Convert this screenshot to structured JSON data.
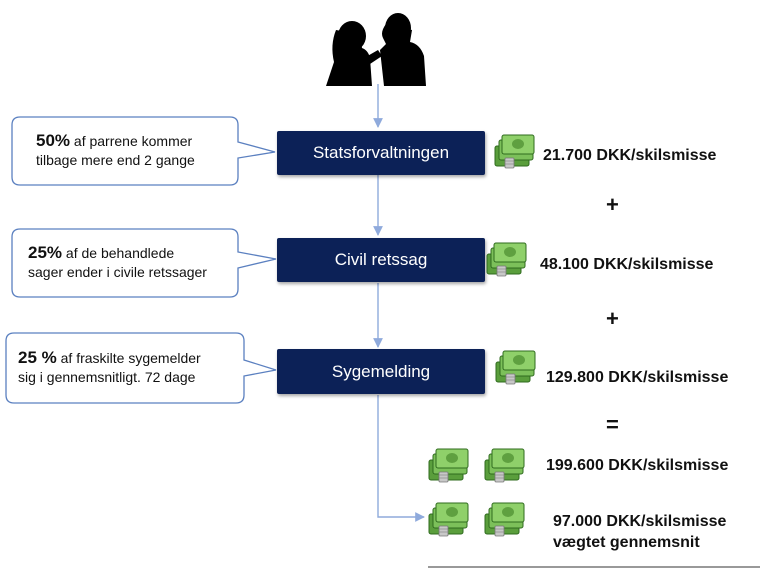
{
  "stages": [
    {
      "label": "Statsforvaltningen",
      "note_pct": "50%",
      "note_line1": "af parrene kommer",
      "note_line2": "tilbage mere end 2 gange",
      "cost": "21.700 DKK/skilsmisse"
    },
    {
      "label": "Civil retssag",
      "note_pct": "25%",
      "note_line1": "af de behandlede",
      "note_line2": "sager ender i civile retssager",
      "cost": "48.100 DKK/skilsmisse"
    },
    {
      "label": "Sygemelding",
      "note_pct": "25 %",
      "note_line1": "af fraskilte sygemelder",
      "note_line2": "sig i gennemsnitligt. 72 dage",
      "cost": "129.800 DKK/skilsmisse"
    }
  ],
  "operators": {
    "plus1": "+",
    "plus2": "+",
    "equals": "="
  },
  "total_cost": "199.600 DKK/skilsmisse",
  "weighted_cost_line1": "97.000 DKK/skilsmisse",
  "weighted_cost_line2": "vægtet gennemsnit",
  "icons": {
    "couple": "arguing-couple-silhouette-icon",
    "money": "money-stack-icon"
  },
  "colors": {
    "box": "#0c2157",
    "connector": "#8faadc",
    "callout_border": "#5b80c0",
    "money": "#6ab04c"
  }
}
